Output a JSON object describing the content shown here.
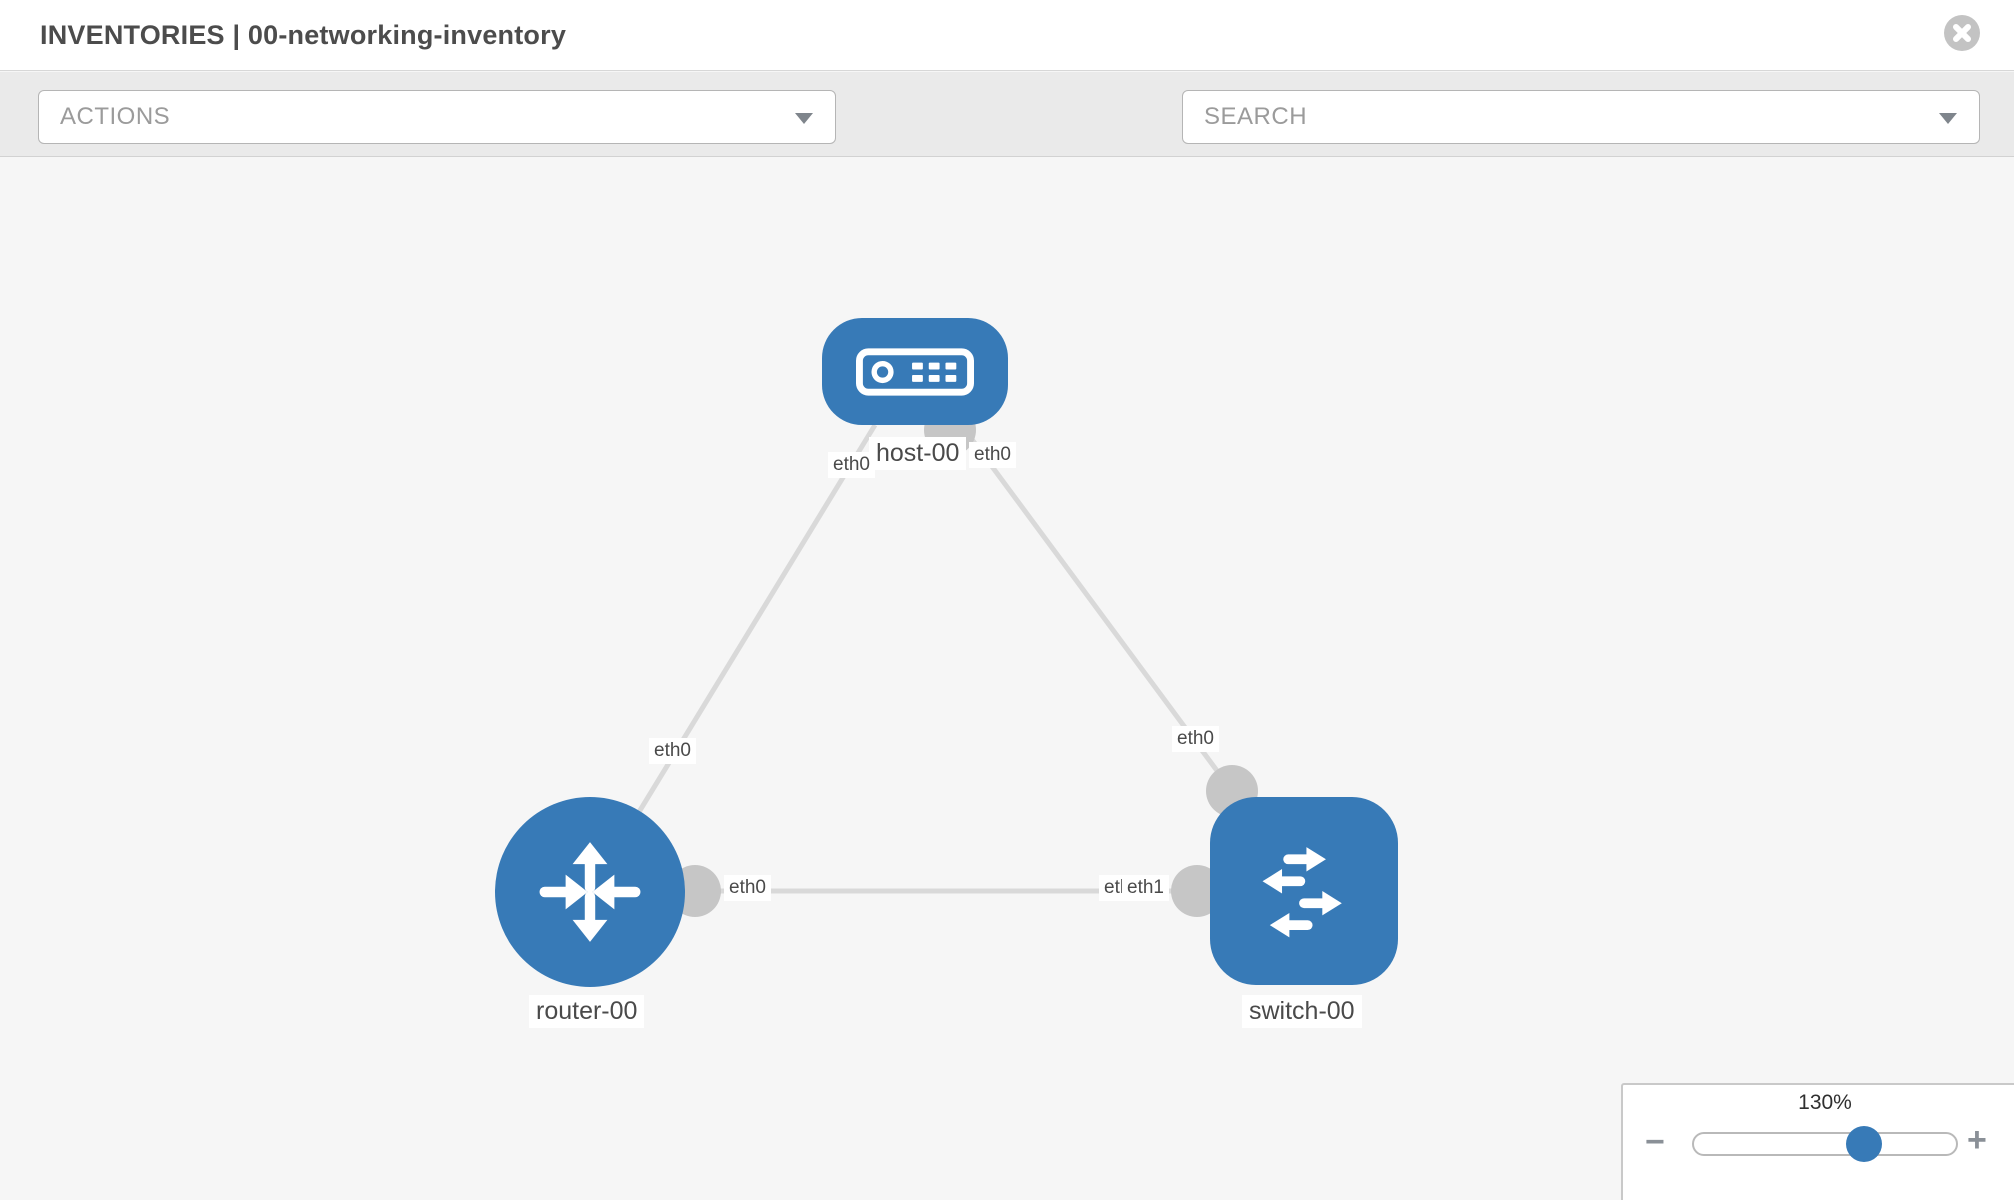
{
  "header": {
    "title": "INVENTORIES | 00-networking-inventory"
  },
  "toolbar": {
    "actions_label": "ACTIONS",
    "search_label": "SEARCH"
  },
  "topology": {
    "nodes": [
      {
        "label": "host-00",
        "type": "host"
      },
      {
        "label": "router-00",
        "type": "router"
      },
      {
        "label": "switch-00",
        "type": "switch"
      }
    ],
    "links": [
      {
        "from": "host-00",
        "to": "router-00",
        "from_port": "eth0",
        "to_port": "eth0"
      },
      {
        "from": "host-00",
        "to": "switch-00",
        "from_port": "eth0",
        "to_port": "eth0"
      },
      {
        "from": "router-00",
        "to": "switch-00",
        "from_port": "eth0",
        "to_port": "eth1",
        "to_port_underlay": "eth0"
      }
    ],
    "colors": {
      "node_blue": "#377ab7",
      "link_gray": "#d9d9d9",
      "port_gray": "#c6c6c6",
      "canvas_bg": "#f6f6f6"
    }
  },
  "zoom_control": {
    "value": "130%",
    "minus_glyph": "−",
    "plus_glyph": "+",
    "slider_percent": 65
  }
}
